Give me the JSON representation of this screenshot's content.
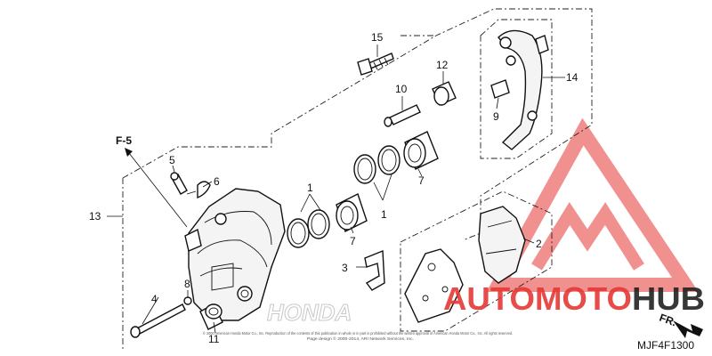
{
  "callouts": {
    "c1a": "1",
    "c1b": "1",
    "c2": "2",
    "c3": "3",
    "c4": "4",
    "c5": "5",
    "c6": "6",
    "c7a": "7",
    "c7b": "7",
    "c8": "8",
    "c9": "9",
    "c10": "10",
    "c11": "11",
    "c12": "12",
    "c13": "13",
    "c14": "14",
    "c15": "15"
  },
  "ref_label": "F-5",
  "direction_label": "FR.",
  "diagram_code": "MJF4F1300",
  "honda_logo": "HONDA",
  "watermark": {
    "part1": "AUTOMOTO",
    "part2": "HUB",
    "accent_color": "#e53935",
    "dark_color": "#222222"
  },
  "copyright": {
    "line1": "© 2000 American Honda Motor Co., Inc. Reproduction of the contents of this publication in whole or in part is prohibited without the written approval of American Honda Motor Co., Inc. All rights reserved.",
    "line2": "Page design © 2000-2014, ARI Network Services, Inc."
  }
}
